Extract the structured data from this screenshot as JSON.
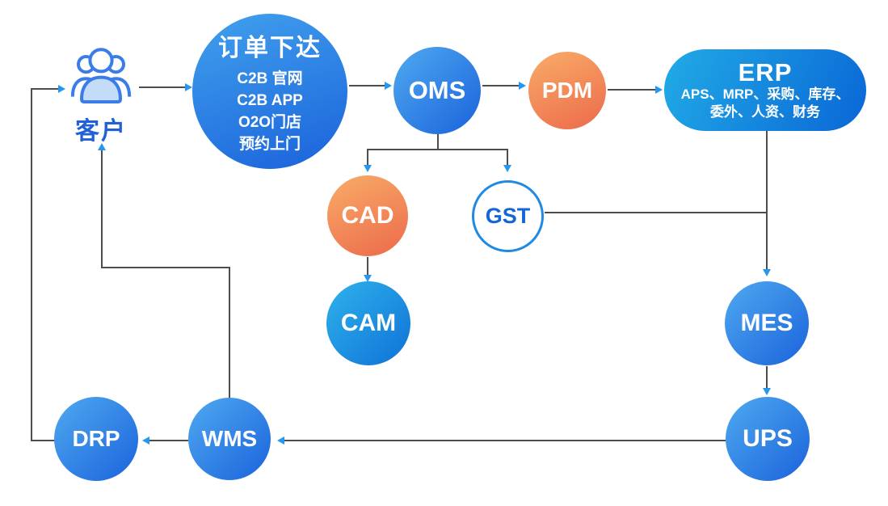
{
  "nodes": {
    "customer": {
      "label": "客户"
    },
    "order": {
      "title": "订单下达",
      "items": [
        "C2B 官网",
        "C2B APP",
        "O2O门店",
        "预约上门"
      ]
    },
    "oms": {
      "label": "OMS"
    },
    "pdm": {
      "label": "PDM"
    },
    "erp": {
      "title": "ERP",
      "subtitle_line1": "APS、MRP、采购、库存、",
      "subtitle_line2": "委外、人资、财务"
    },
    "cad": {
      "label": "CAD"
    },
    "gst": {
      "label": "GST"
    },
    "cam": {
      "label": "CAM"
    },
    "mes": {
      "label": "MES"
    },
    "ups": {
      "label": "UPS"
    },
    "wms": {
      "label": "WMS"
    },
    "drp": {
      "label": "DRP"
    }
  },
  "edges": [
    {
      "from": "drp",
      "to": "customer"
    },
    {
      "from": "customer",
      "to": "order"
    },
    {
      "from": "order",
      "to": "oms"
    },
    {
      "from": "oms",
      "to": "pdm"
    },
    {
      "from": "pdm",
      "to": "erp"
    },
    {
      "from": "oms",
      "to": "cad"
    },
    {
      "from": "oms",
      "to": "gst"
    },
    {
      "from": "cad",
      "to": "cam"
    },
    {
      "from": "gst",
      "to": "erp-mes-line"
    },
    {
      "from": "erp",
      "to": "mes"
    },
    {
      "from": "mes",
      "to": "ups"
    },
    {
      "from": "ups",
      "to": "wms"
    },
    {
      "from": "wms",
      "to": "drp"
    },
    {
      "from": "wms",
      "to": "customer"
    }
  ],
  "colors": {
    "line": "#4d4d4d",
    "arrowhead": "#2597f0",
    "blue_gradient_start": "#4fa9ef",
    "blue_gradient_end": "#1a63dc",
    "cyan_gradient_start": "#2fb2eb",
    "cyan_gradient_end": "#0f72d7",
    "orange_gradient_start": "#f9ac68",
    "orange_gradient_end": "#ec6a4b",
    "erp_gradient_start": "#21abe6",
    "erp_gradient_end": "#0a66d6",
    "gst_border": "#1e8ae3",
    "gst_text": "#1565d8",
    "customer_text": "#2160d9",
    "node_text": "#ffffff",
    "background": "#ffffff"
  }
}
